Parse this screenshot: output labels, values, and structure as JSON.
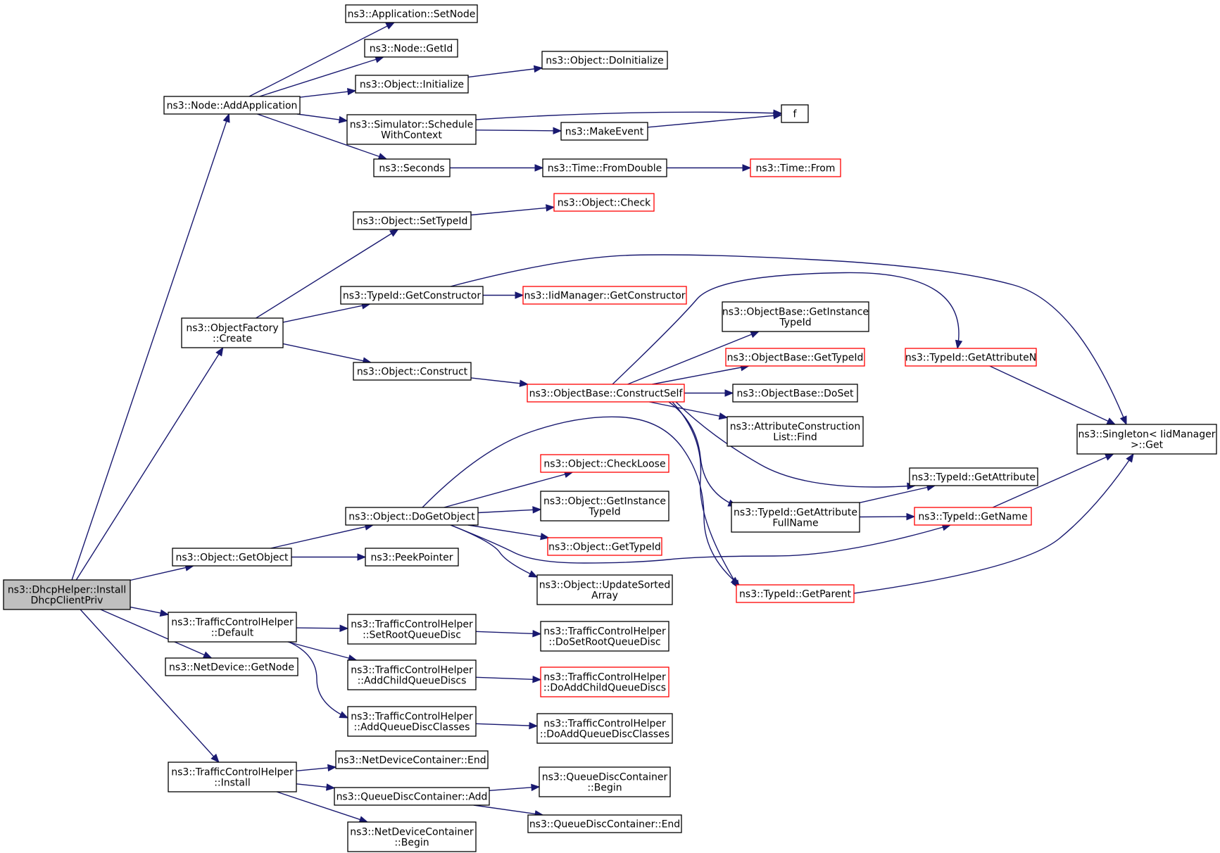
{
  "graph": {
    "nodes": [
      {
        "id": "root",
        "lines": [
          "ns3::DhcpHelper::Install",
          "DhcpClientPriv"
        ],
        "style": "root"
      },
      {
        "id": "addApp",
        "lines": [
          "ns3::Node::AddApplication"
        ],
        "style": "normal"
      },
      {
        "id": "ofCreate",
        "lines": [
          "ns3::ObjectFactory",
          "::Create"
        ],
        "style": "normal"
      },
      {
        "id": "getObject",
        "lines": [
          "ns3::Object::GetObject"
        ],
        "style": "normal"
      },
      {
        "id": "tchDefault",
        "lines": [
          "ns3::TrafficControlHelper",
          "::Default"
        ],
        "style": "normal"
      },
      {
        "id": "ndGetNode",
        "lines": [
          "ns3::NetDevice::GetNode"
        ],
        "style": "normal"
      },
      {
        "id": "tchInstall",
        "lines": [
          "ns3::TrafficControlHelper",
          "::Install"
        ],
        "style": "normal"
      },
      {
        "id": "appSetNode",
        "lines": [
          "ns3::Application::SetNode"
        ],
        "style": "normal"
      },
      {
        "id": "nodeGetId",
        "lines": [
          "ns3::Node::GetId"
        ],
        "style": "normal"
      },
      {
        "id": "objInit",
        "lines": [
          "ns3::Object::Initialize"
        ],
        "style": "normal"
      },
      {
        "id": "simSched",
        "lines": [
          "ns3::Simulator::Schedule",
          "WithContext"
        ],
        "style": "normal"
      },
      {
        "id": "seconds",
        "lines": [
          "ns3::Seconds"
        ],
        "style": "normal"
      },
      {
        "id": "objDoInit",
        "lines": [
          "ns3::Object::DoInitialize"
        ],
        "style": "normal"
      },
      {
        "id": "f",
        "lines": [
          "f"
        ],
        "style": "normal"
      },
      {
        "id": "makeEvent",
        "lines": [
          "ns3::MakeEvent"
        ],
        "style": "normal"
      },
      {
        "id": "timeFromDouble",
        "lines": [
          "ns3::Time::FromDouble"
        ],
        "style": "normal"
      },
      {
        "id": "timeFrom",
        "lines": [
          "ns3::Time::From"
        ],
        "style": "red"
      },
      {
        "id": "objSetTypeId",
        "lines": [
          "ns3::Object::SetTypeId"
        ],
        "style": "normal"
      },
      {
        "id": "objCheck",
        "lines": [
          "ns3::Object::Check"
        ],
        "style": "red"
      },
      {
        "id": "tidGetCons",
        "lines": [
          "ns3::TypeId::GetConstructor"
        ],
        "style": "normal"
      },
      {
        "id": "iidGetCons",
        "lines": [
          "ns3::IidManager::GetConstructor"
        ],
        "style": "red"
      },
      {
        "id": "objConstruct",
        "lines": [
          "ns3::Object::Construct"
        ],
        "style": "normal"
      },
      {
        "id": "obConstructSelf",
        "lines": [
          "ns3::ObjectBase::ConstructSelf"
        ],
        "style": "red"
      },
      {
        "id": "obGetInstTid",
        "lines": [
          "ns3::ObjectBase::GetInstance",
          "TypeId"
        ],
        "style": "normal"
      },
      {
        "id": "obGetTypeId",
        "lines": [
          "ns3::ObjectBase::GetTypeId"
        ],
        "style": "red"
      },
      {
        "id": "obDoSet",
        "lines": [
          "ns3::ObjectBase::DoSet"
        ],
        "style": "normal"
      },
      {
        "id": "acFind",
        "lines": [
          "ns3::AttributeConstruction",
          "List::Find"
        ],
        "style": "normal"
      },
      {
        "id": "tidGetAttrN",
        "lines": [
          "ns3::TypeId::GetAttributeN"
        ],
        "style": "red"
      },
      {
        "id": "singletonGet",
        "lines": [
          "ns3::Singleton< IidManager",
          ">::Get"
        ],
        "style": "normal"
      },
      {
        "id": "tidGetAttr",
        "lines": [
          "ns3::TypeId::GetAttribute"
        ],
        "style": "normal"
      },
      {
        "id": "tidGetAttrFull",
        "lines": [
          "ns3::TypeId::GetAttribute",
          "FullName"
        ],
        "style": "normal"
      },
      {
        "id": "tidGetName",
        "lines": [
          "ns3::TypeId::GetName"
        ],
        "style": "red"
      },
      {
        "id": "tidGetParent",
        "lines": [
          "ns3::TypeId::GetParent"
        ],
        "style": "red"
      },
      {
        "id": "objDoGetObject",
        "lines": [
          "ns3::Object::DoGetObject"
        ],
        "style": "normal"
      },
      {
        "id": "objCheckLoose",
        "lines": [
          "ns3::Object::CheckLoose"
        ],
        "style": "red"
      },
      {
        "id": "objGetInstTid",
        "lines": [
          "ns3::Object::GetInstance",
          "TypeId"
        ],
        "style": "normal"
      },
      {
        "id": "objGetTypeId",
        "lines": [
          "ns3::Object::GetTypeId"
        ],
        "style": "red"
      },
      {
        "id": "objUpdSorted",
        "lines": [
          "ns3::Object::UpdateSorted",
          "Array"
        ],
        "style": "normal"
      },
      {
        "id": "peekPointer",
        "lines": [
          "ns3::PeekPointer"
        ],
        "style": "normal"
      },
      {
        "id": "tchSetRoot",
        "lines": [
          "ns3::TrafficControlHelper",
          "::SetRootQueueDisc"
        ],
        "style": "normal"
      },
      {
        "id": "tchAddChild",
        "lines": [
          "ns3::TrafficControlHelper",
          "::AddChildQueueDiscs"
        ],
        "style": "normal"
      },
      {
        "id": "tchAddClasses",
        "lines": [
          "ns3::TrafficControlHelper",
          "::AddQueueDiscClasses"
        ],
        "style": "normal"
      },
      {
        "id": "tchDoSetRoot",
        "lines": [
          "ns3::TrafficControlHelper",
          "::DoSetRootQueueDisc"
        ],
        "style": "normal"
      },
      {
        "id": "tchDoAddChild",
        "lines": [
          "ns3::TrafficControlHelper",
          "::DoAddChildQueueDiscs"
        ],
        "style": "red"
      },
      {
        "id": "tchDoAddClasses",
        "lines": [
          "ns3::TrafficControlHelper",
          "::DoAddQueueDiscClasses"
        ],
        "style": "normal"
      },
      {
        "id": "ndcEnd",
        "lines": [
          "ns3::NetDeviceContainer::End"
        ],
        "style": "normal"
      },
      {
        "id": "qdcAdd",
        "lines": [
          "ns3::QueueDiscContainer::Add"
        ],
        "style": "normal"
      },
      {
        "id": "ndcBegin",
        "lines": [
          "ns3::NetDeviceContainer",
          "::Begin"
        ],
        "style": "normal"
      },
      {
        "id": "qdcBegin",
        "lines": [
          "ns3::QueueDiscContainer",
          "::Begin"
        ],
        "style": "normal"
      },
      {
        "id": "qdcEnd",
        "lines": [
          "ns3::QueueDiscContainer::End"
        ],
        "style": "normal"
      }
    ],
    "edges": [
      [
        "root",
        "addApp"
      ],
      [
        "root",
        "ofCreate"
      ],
      [
        "root",
        "getObject"
      ],
      [
        "root",
        "tchDefault"
      ],
      [
        "root",
        "ndGetNode"
      ],
      [
        "root",
        "tchInstall"
      ],
      [
        "addApp",
        "appSetNode"
      ],
      [
        "addApp",
        "nodeGetId"
      ],
      [
        "addApp",
        "objInit"
      ],
      [
        "addApp",
        "simSched"
      ],
      [
        "addApp",
        "seconds"
      ],
      [
        "objInit",
        "objDoInit"
      ],
      [
        "simSched",
        "f"
      ],
      [
        "simSched",
        "makeEvent"
      ],
      [
        "makeEvent",
        "f"
      ],
      [
        "seconds",
        "timeFromDouble"
      ],
      [
        "timeFromDouble",
        "timeFrom"
      ],
      [
        "ofCreate",
        "objSetTypeId"
      ],
      [
        "ofCreate",
        "tidGetCons"
      ],
      [
        "ofCreate",
        "objConstruct"
      ],
      [
        "objSetTypeId",
        "objCheck"
      ],
      [
        "tidGetCons",
        "iidGetCons"
      ],
      [
        "tidGetCons",
        "singletonGet"
      ],
      [
        "objConstruct",
        "obConstructSelf"
      ],
      [
        "obConstructSelf",
        "obGetInstTid"
      ],
      [
        "obConstructSelf",
        "obGetTypeId"
      ],
      [
        "obConstructSelf",
        "obDoSet"
      ],
      [
        "obConstructSelf",
        "acFind"
      ],
      [
        "obConstructSelf",
        "tidGetAttrN"
      ],
      [
        "obConstructSelf",
        "tidGetAttr"
      ],
      [
        "obConstructSelf",
        "tidGetAttrFull"
      ],
      [
        "obConstructSelf",
        "tidGetParent"
      ],
      [
        "tidGetAttrN",
        "singletonGet"
      ],
      [
        "tidGetAttrFull",
        "tidGetAttr"
      ],
      [
        "tidGetAttrFull",
        "tidGetName"
      ],
      [
        "tidGetName",
        "singletonGet"
      ],
      [
        "tidGetParent",
        "singletonGet"
      ],
      [
        "getObject",
        "objDoGetObject"
      ],
      [
        "getObject",
        "peekPointer"
      ],
      [
        "objDoGetObject",
        "objCheckLoose"
      ],
      [
        "objDoGetObject",
        "objGetInstTid"
      ],
      [
        "objDoGetObject",
        "objGetTypeId"
      ],
      [
        "objDoGetObject",
        "objUpdSorted"
      ],
      [
        "objDoGetObject",
        "tidGetParent"
      ],
      [
        "objDoGetObject",
        "tidGetName"
      ],
      [
        "tchDefault",
        "tchSetRoot"
      ],
      [
        "tchDefault",
        "tchAddChild"
      ],
      [
        "tchDefault",
        "tchAddClasses"
      ],
      [
        "tchSetRoot",
        "tchDoSetRoot"
      ],
      [
        "tchAddChild",
        "tchDoAddChild"
      ],
      [
        "tchAddClasses",
        "tchDoAddClasses"
      ],
      [
        "tchInstall",
        "ndcEnd"
      ],
      [
        "tchInstall",
        "qdcAdd"
      ],
      [
        "tchInstall",
        "ndcBegin"
      ],
      [
        "qdcAdd",
        "qdcBegin"
      ],
      [
        "qdcAdd",
        "qdcEnd"
      ]
    ]
  }
}
